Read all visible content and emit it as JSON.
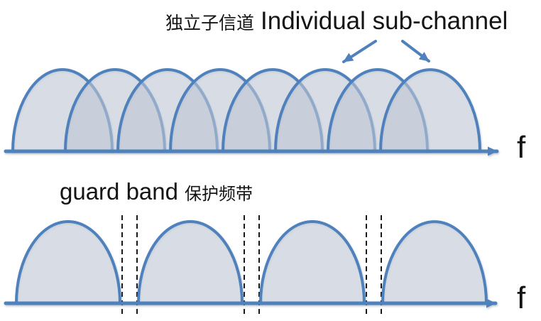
{
  "title": {
    "zh": "独立子信道",
    "en": "Individual sub-channel"
  },
  "top_diagram": {
    "subchannel_count": 8,
    "axis_label": "f"
  },
  "bottom_diagram": {
    "channel_count": 4,
    "guard_band_count": 3,
    "label_en": "guard band",
    "label_zh": "保护频带",
    "axis_label": "f"
  },
  "colors": {
    "accent_blue": "#4f81bd",
    "arch_fill": "#cdd5e1",
    "dashed_line": "#1a1a1a",
    "text": "#141414",
    "background": "#ffffff"
  }
}
